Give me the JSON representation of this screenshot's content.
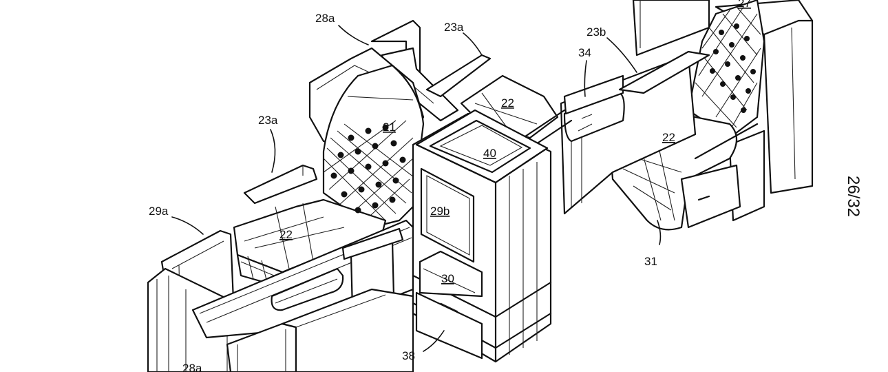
{
  "figure": {
    "sheet_number": "26/32",
    "labels": {
      "l28a_top": "28a",
      "l23a_top": "23a",
      "l23b": "23b",
      "l34": "34",
      "l27": "27",
      "l22_mid": "22",
      "l21": "21",
      "l23a_left": "23a",
      "l40": "40",
      "l22_right": "22",
      "l29a": "29a",
      "l22_left": "22",
      "l29b": "29b",
      "l30": "30",
      "l31": "31",
      "l38": "38",
      "l28a_bottom": "28a"
    }
  }
}
